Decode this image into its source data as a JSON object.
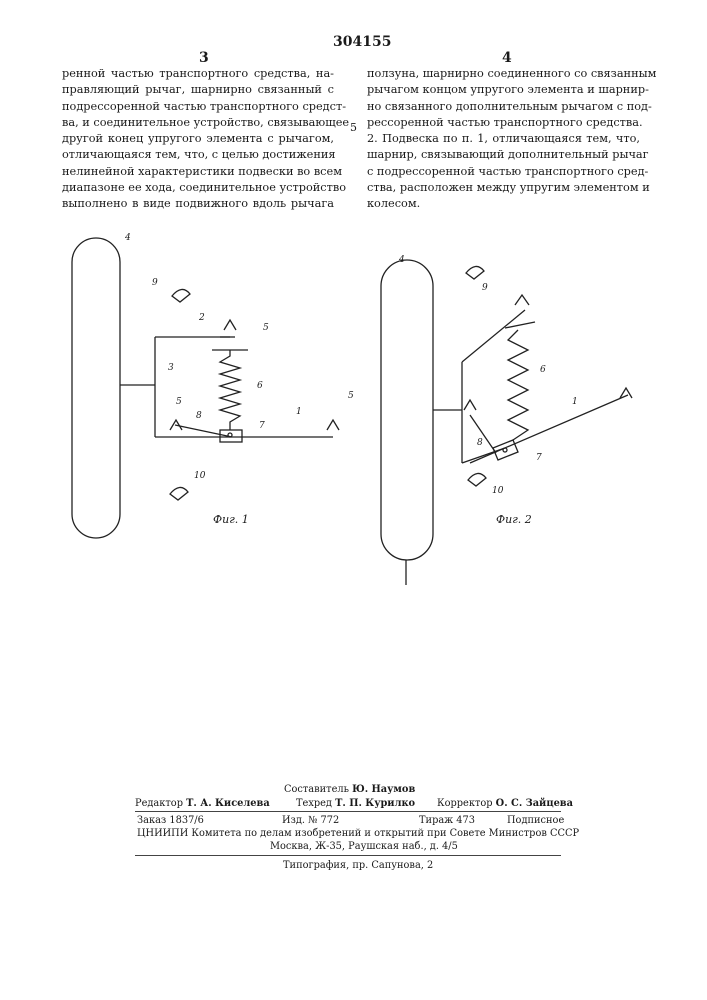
{
  "header": {
    "patent_number": "304155",
    "page_left": "3",
    "page_right": "4",
    "line_marker": "5"
  },
  "col_left": [
    "ренной частью транспортного средства, на-",
    "правляющий рычаг, шарнирно связанный с",
    "подрессоренной частью транспортного средст-",
    "ва, и соединительное устройство, связывающее",
    "другой конец упругого элемента с рычагом,",
    "отличающаяся тем, что, с целью достижения",
    "нелинейной характеристики подвески во всем",
    "диапазоне ее хода, соединительное устройство",
    "выполнено в виде подвижного вдоль рычага"
  ],
  "col_right": [
    "ползуна, шарнирно соединенного со связанным",
    "рычагом концом упругого элемента и шарнир-",
    "но связанного дополнительным рычагом с под-",
    "рессоренной частью транспортного средства.",
    "2. Подвеска по п. 1, отличающаяся тем, что,",
    "шарнир, связывающий дополнительный рычаг",
    "с подрессоренной частью транспортного сред-",
    "ства, расположен между упругим элементом и",
    "колесом."
  ],
  "fig1": {
    "caption": "Фиг. 1",
    "labels": {
      "l1": "1",
      "l2": "2",
      "l3": "3",
      "l4": "4",
      "l5a": "5",
      "l5b": "5",
      "l5c": "5",
      "l6": "6",
      "l7": "7",
      "l8": "8",
      "l9": "9",
      "l10": "10"
    }
  },
  "fig2": {
    "caption": "Фиг. 2",
    "labels": {
      "l1": "1",
      "l4": "4",
      "l6": "6",
      "l7": "7",
      "l8": "8",
      "l9": "9",
      "l10": "10"
    }
  },
  "footer": {
    "compiler_label": "Составитель",
    "compiler": "Ю. Наумов",
    "editor_label": "Редактор",
    "editor": "Т. А. Киселева",
    "techred_label": "Техред",
    "techred": "Т. П. Курилко",
    "corrector_label": "Корректор",
    "corrector": "О. С. Зайцева",
    "order": "Заказ 1837/6",
    "izd": "Изд. № 772",
    "tirazh": "Тираж 473",
    "podpisnoe": "Подписное",
    "org": "ЦНИИПИ Комитета по делам изобретений и открытий при Совете Министров СССР",
    "address": "Москва, Ж-35, Раушская наб., д. 4/5",
    "printer": "Типография, пр. Сапунова, 2"
  }
}
